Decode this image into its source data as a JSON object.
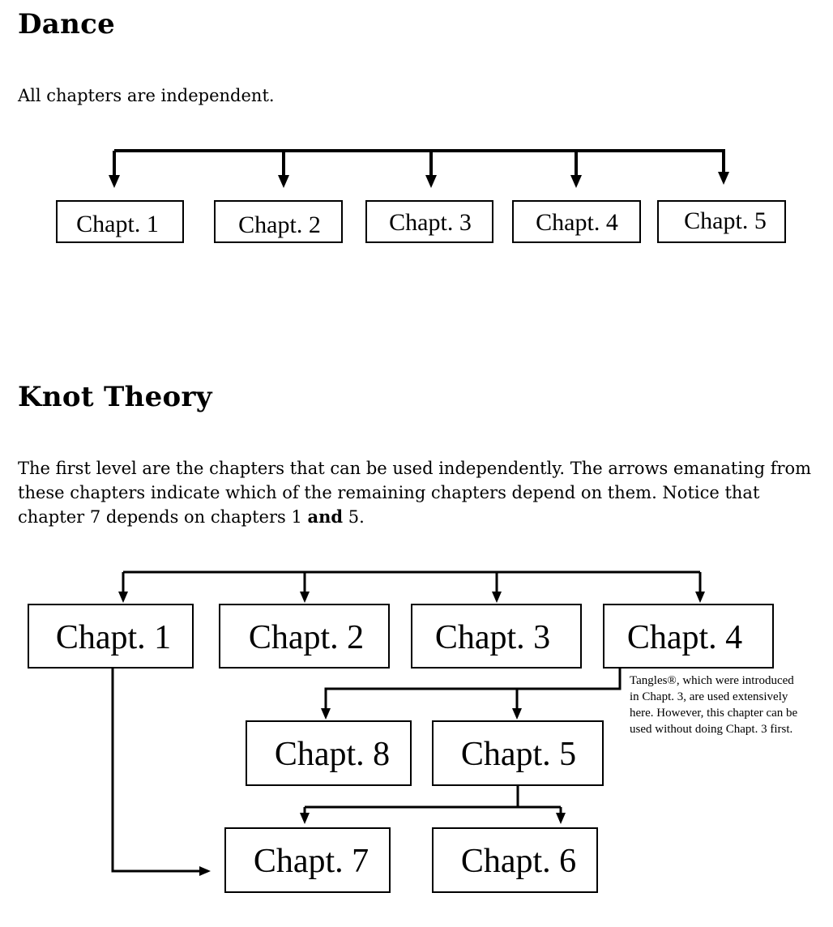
{
  "dance": {
    "heading": "Dance",
    "text": "All chapters are independent.",
    "boxes": [
      "Chapt. 1",
      "Chapt. 2",
      "Chapt. 3",
      "Chapt. 4",
      "Chapt. 5"
    ]
  },
  "knot": {
    "heading": "Knot Theory",
    "text_before": "The first level are the chapters that can be used independently. The arrows emanating from these chapters indicate which of the remaining chapters depend on them. Notice that chapter 7 depends on chapters 1 ",
    "text_bold": "and",
    "text_after": " 5.",
    "boxes": {
      "c1": "Chapt. 1",
      "c2": "Chapt. 2",
      "c3": "Chapt. 3",
      "c4": "Chapt. 4",
      "c8": "Chapt. 8",
      "c5": "Chapt. 5",
      "c7": "Chapt. 7",
      "c6": "Chapt. 6"
    },
    "note": "Tangles®, which were introduced in Chapt. 3, are used extensively here. However, this chapter can be used without doing Chapt. 3 first."
  }
}
